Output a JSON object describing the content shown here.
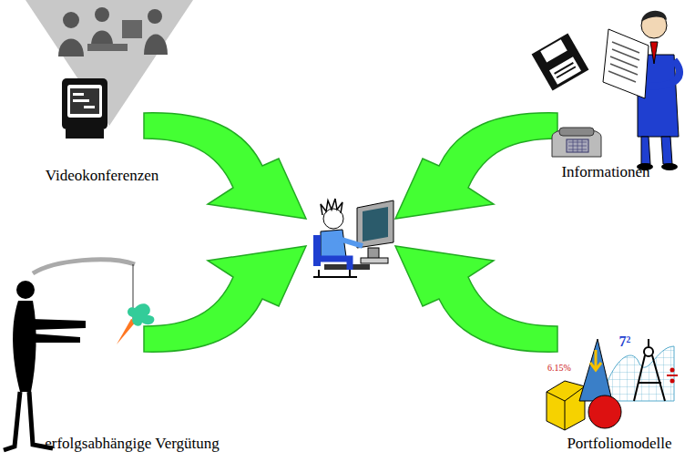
{
  "diagram": {
    "labels": [
      "Videokonferenzen",
      "Informationen",
      "erfolgsabhängige Vergütung",
      "Portfoliomodelle",
      "6.15%",
      "7²"
    ]
  }
}
